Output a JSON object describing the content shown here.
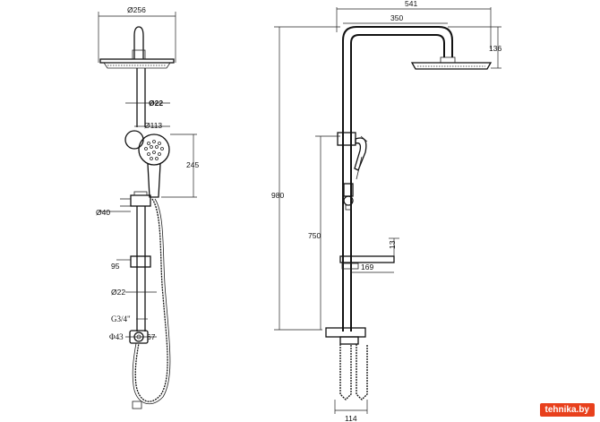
{
  "left_view": {
    "dims": {
      "head_diameter": "Ø256",
      "pipe_diameter": "Ø22",
      "handshower_diameter": "Ø113",
      "handshower_height": "245",
      "slider_diameter": "Ø40",
      "holder_width": "95",
      "lower_pipe_diameter": "Ø22",
      "thread": "G3/4\"",
      "inlet_diameter": "Φ43",
      "inlet_depth": "67"
    }
  },
  "right_view": {
    "dims": {
      "total_width": "541",
      "arm_length": "350",
      "head_height": "136",
      "total_height": "980",
      "mixer_height": "750",
      "shelf_height": "13",
      "shelf_depth": "169",
      "base_width": "114"
    }
  },
  "watermark": "tehnika.by"
}
